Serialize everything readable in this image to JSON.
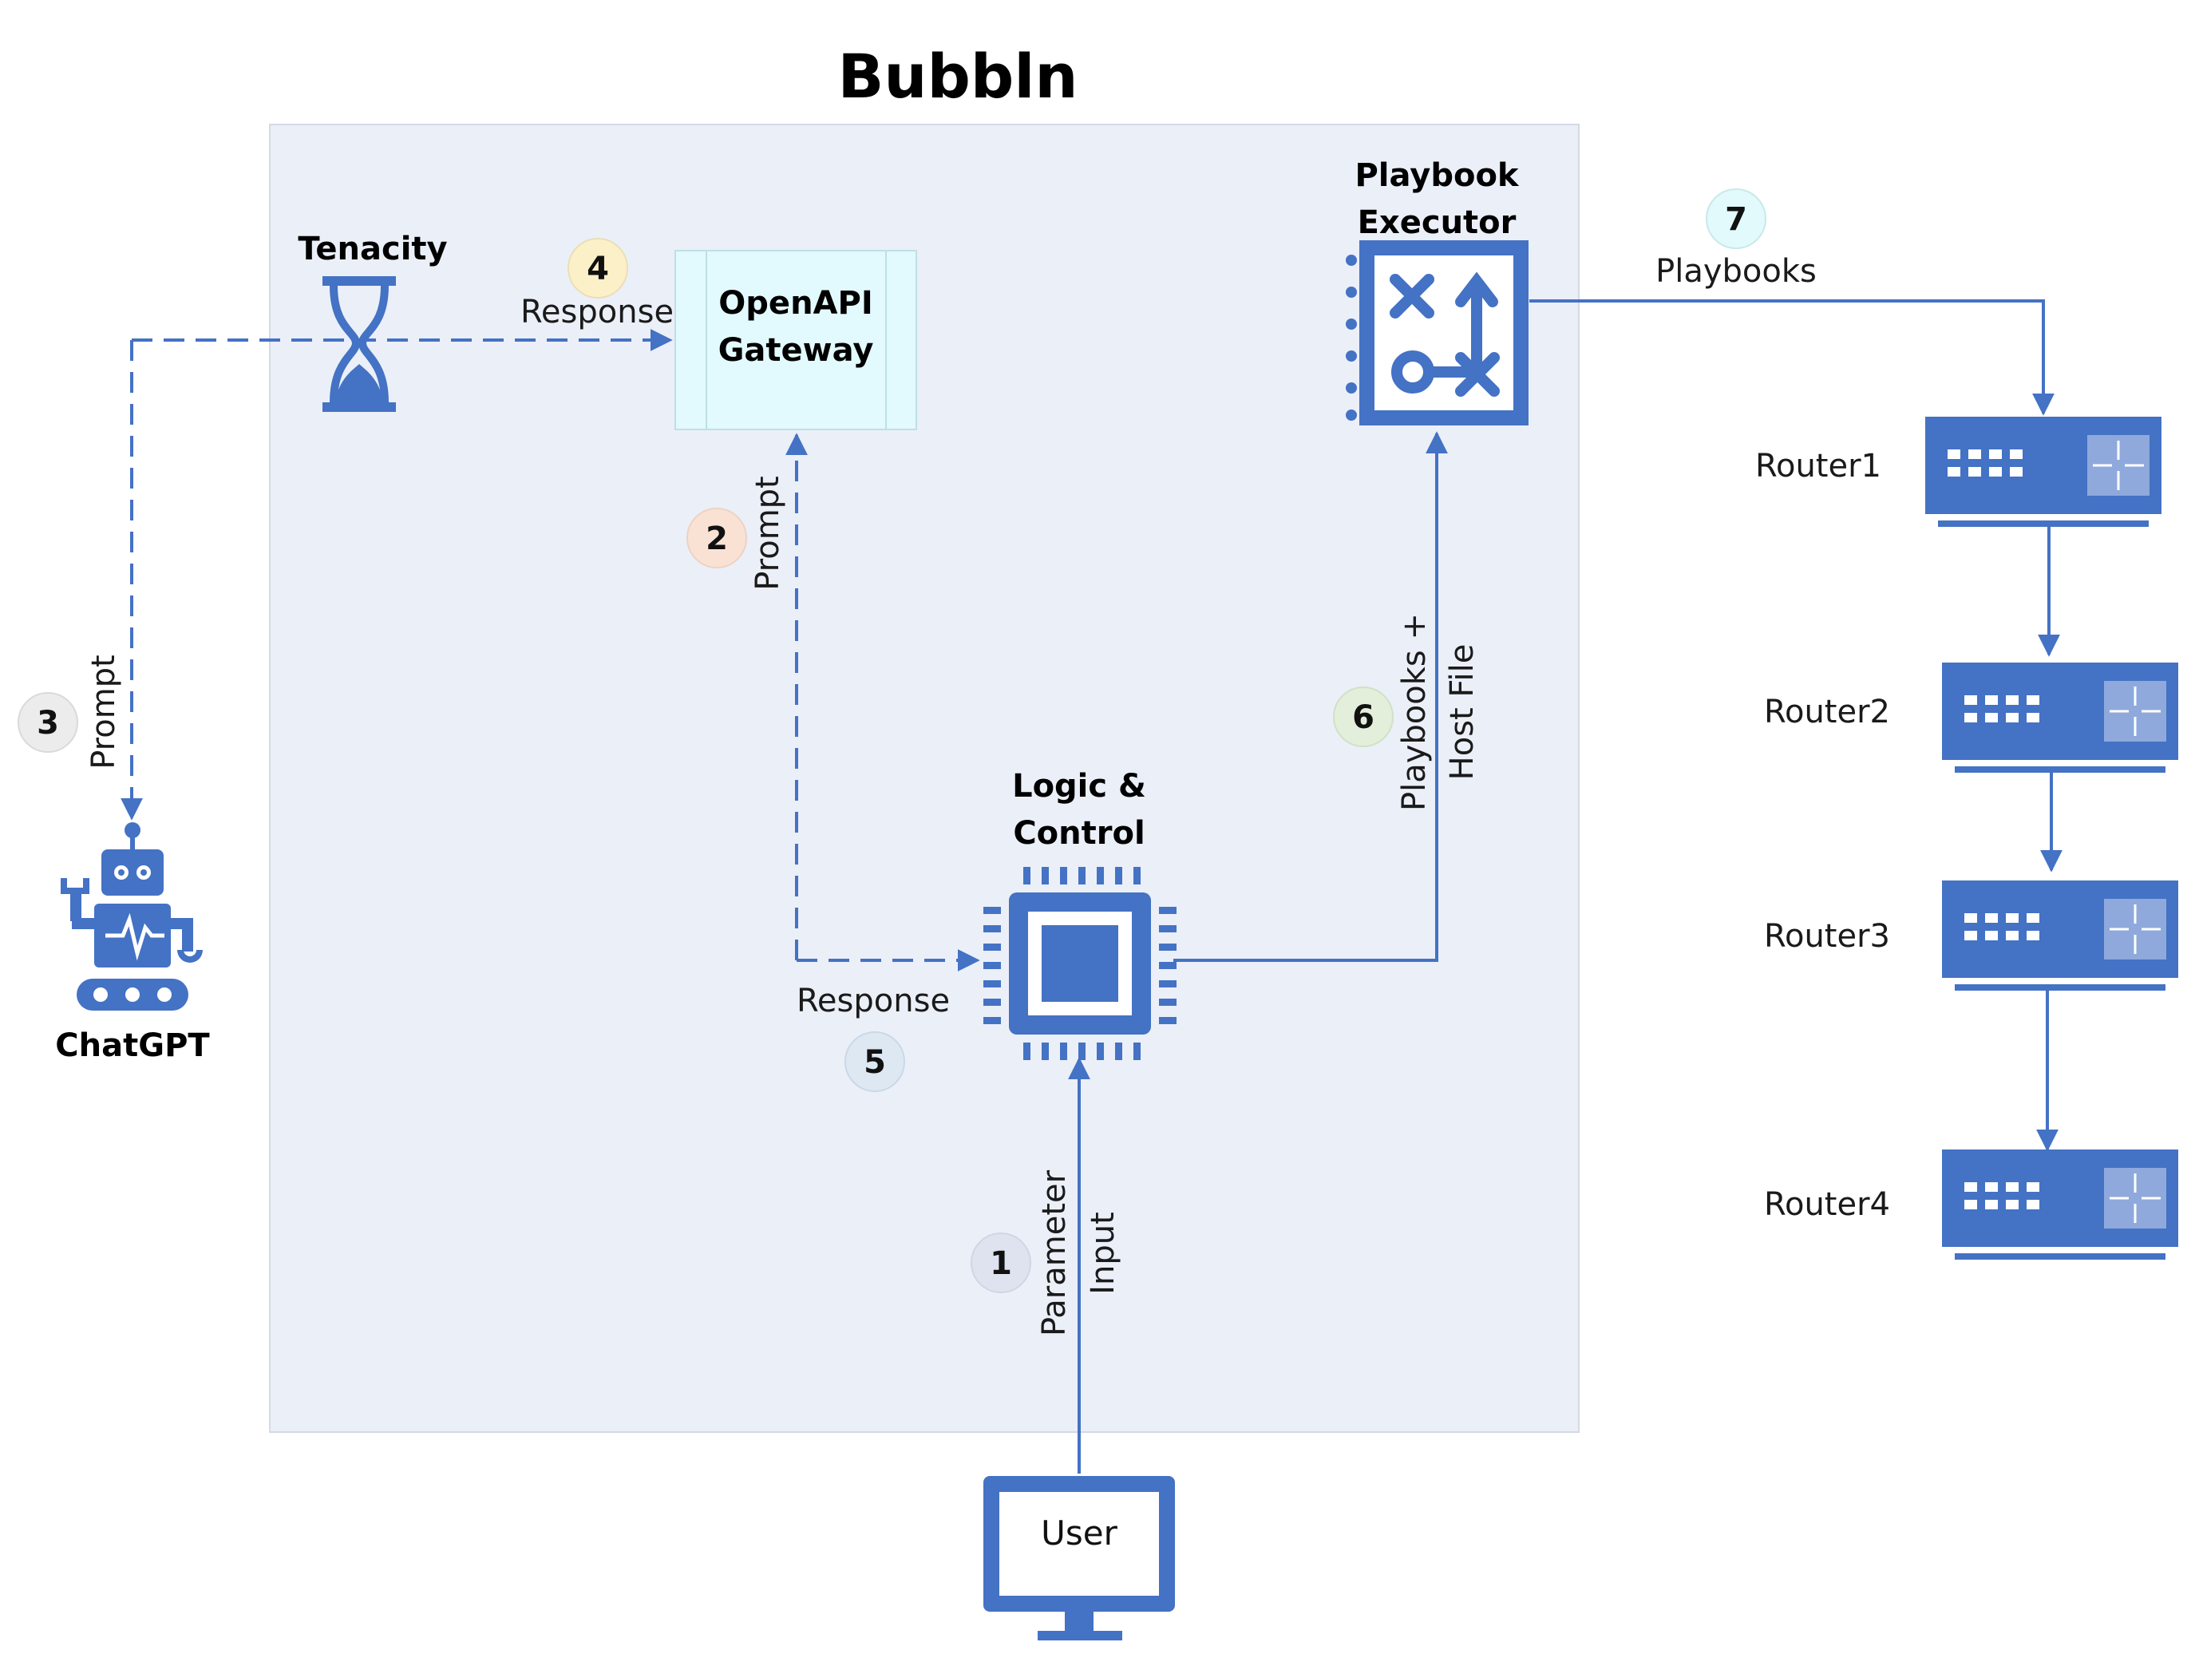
{
  "title": "Bubbln",
  "nodes": {
    "tenacity": "Tenacity",
    "gateway": [
      "OpenAPI",
      "Gateway"
    ],
    "playbook_executor": [
      "Playbook",
      "Executor"
    ],
    "logic_control": [
      "Logic &",
      "Control"
    ],
    "chatgpt": "ChatGPT",
    "user": "User",
    "routers": [
      "Router1",
      "Router2",
      "Router3",
      "Router4"
    ]
  },
  "edges": {
    "response_top": "Response",
    "prompt_gateway": "Prompt",
    "prompt_chatgpt": "Prompt",
    "response_logic": "Response",
    "playbooks_host": [
      "Playbooks +",
      "Host File"
    ],
    "playbooks": "Playbooks",
    "parameter_input": [
      "Parameter",
      "Input"
    ]
  },
  "steps": [
    {
      "num": "1",
      "color": "#dfe3f0"
    },
    {
      "num": "2",
      "color": "#f9e2d4"
    },
    {
      "num": "3",
      "color": "#ececec"
    },
    {
      "num": "4",
      "color": "#fcf0c8"
    },
    {
      "num": "5",
      "color": "#dde8f3"
    },
    {
      "num": "6",
      "color": "#e3efdb"
    },
    {
      "num": "7",
      "color": "#e2fafb"
    }
  ],
  "colors": {
    "accent": "#4472c4",
    "panel": "#ebeff8",
    "gateway_fill": "#e2fafd"
  }
}
